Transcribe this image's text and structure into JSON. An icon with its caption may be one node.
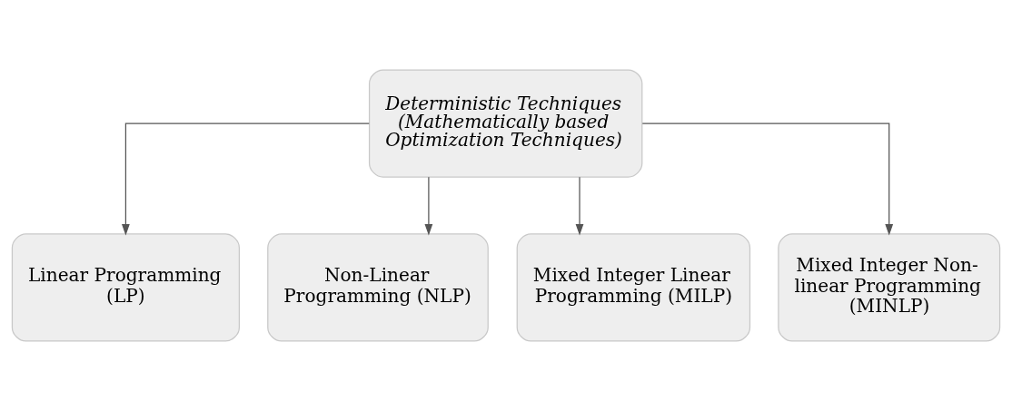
{
  "diagram": {
    "nodes": [
      {
        "text": [
          "Deterministic Techniques (Mathematically based Optimization Techniques)"
        ]
      },
      {
        "text": [
          "Linear Programming (LP)"
        ]
      },
      {
        "text": [
          "Non-Linear Programming (NLP)"
        ]
      },
      {
        "text": [
          "Mixed Integer Linear Programming (MILP)"
        ]
      },
      {
        "text": [
          "Mixed Integer Non-linear Programming (MINLP)"
        ]
      }
    ],
    "edges": [
      {
        "from": 0,
        "to": 1,
        "arrow": "to"
      },
      {
        "from": 0,
        "to": 2,
        "arrow": "to"
      },
      {
        "from": 0,
        "to": 3,
        "arrow": "to"
      },
      {
        "from": 0,
        "to": 4,
        "arrow": "to"
      }
    ]
  }
}
